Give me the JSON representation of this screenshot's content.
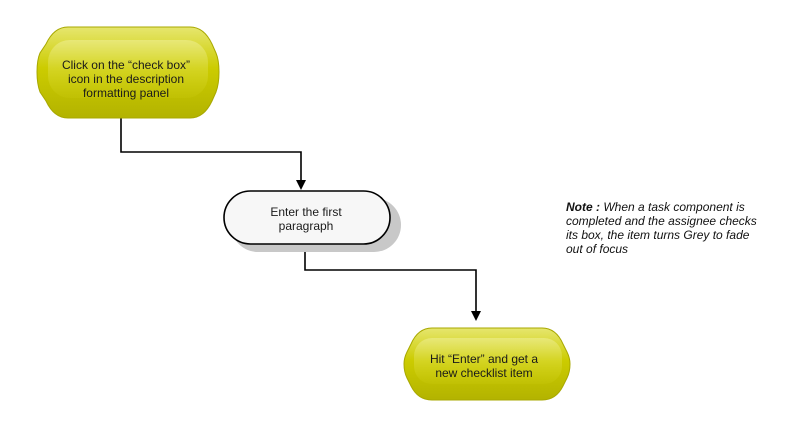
{
  "diagram": {
    "nodes": [
      {
        "id": "step-1",
        "text": "Click on the “check box”\nicon in the description\nformatting panel",
        "style": "yellow"
      },
      {
        "id": "step-2",
        "text": "Enter the first\nparagraph",
        "style": "white"
      },
      {
        "id": "step-3",
        "text": "Hit “Enter” and get a\nnew checklist item",
        "style": "yellow"
      }
    ],
    "note": {
      "label": "Note :",
      "text": "When a task component is completed and the assignee checks its box, the item turns Grey to fade out of focus"
    }
  },
  "colors": {
    "yellow_fill": "#cccc00",
    "yellow_highlight": "#e3e36b",
    "yellow_dark": "#9a9a00",
    "white_fill": "#f7f7f7",
    "shadow": "#c8c8c8",
    "connector": "#000000"
  }
}
